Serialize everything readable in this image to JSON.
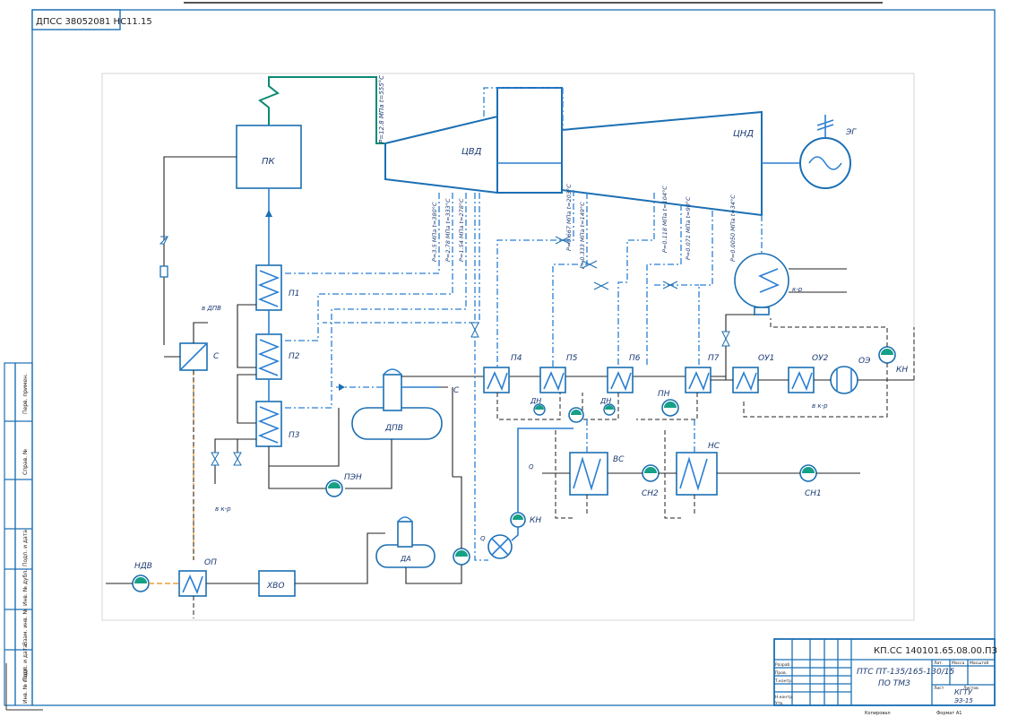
{
  "stamp_code": "ДПСС 38052081 НС11.15",
  "turbine": {
    "hp": "ЦВД",
    "lp": "ЦНД",
    "generator": "ЭГ"
  },
  "main_steam_param": "P=12.8 МПа t=555°C",
  "extractions": [
    "P=3.5 МПа t=380°C",
    "P=2.78 МПа t=333°C",
    "P=1.54 МПа t=278°C",
    "P=0.667 МПа t=203°C",
    "P=0.333 МПа t=149°C",
    "P=0.118 МПа t=104°C",
    "P=0.071 МПа t=90°C",
    "P=0.0050 МПа t=34°C"
  ],
  "labels": {
    "boiler": "ПК",
    "cooler": "С",
    "hp1": "П1",
    "hp2": "П2",
    "hp3": "П3",
    "lp4": "П4",
    "lp5": "П5",
    "lp6": "П6",
    "lp7": "П7",
    "ou1": "ОУ1",
    "ou2": "ОУ2",
    "oe": "ОЭ",
    "kn": "КН",
    "kn2": "КН",
    "dn1": "ДН",
    "dn2": "ДН",
    "pn": "ПН",
    "vs": "ВС",
    "ns": "НС",
    "sn1": "СН1",
    "sn2": "СН2",
    "deaerator": "ДПВ",
    "da": "ДА",
    "pen": "ПЭН",
    "ndv": "НДВ",
    "op": "ОП",
    "hvo": "ХВО",
    "to_dpv": "в ДПВ",
    "to_kr": "в к-р",
    "to_kr2": "в к-р",
    "to_kr3": "к-р",
    "c_marker": "С",
    "q_ot": "Q",
    "q_gv": "Q"
  },
  "title_block": {
    "doc_code": "КП.СС 140101.65.08.00.ПЗ",
    "title_line1": "ПТС ПТ-135/165-130/15",
    "title_line2": "ПО ТМЗ",
    "org": "КГТУ",
    "group": "ЭЗ-15",
    "sheet_label": "Лит.",
    "mass_label": "Масса",
    "scale_label": "Масштаб",
    "sheets_label": "Листов",
    "sheet_of": "Лист",
    "role_dev": "Разраб.",
    "role_check": "Пров.",
    "role_tcontrol": "Т.контр.",
    "role_ncontrol": "Н.контр.",
    "role_approve": "Утв.",
    "copy": "Копировал",
    "format": "Формат А1"
  },
  "side_stamp": [
    "Перв. примен.",
    "Справ. №",
    "Подп. и дата",
    "Инв. № дубл.",
    "Взам. инв. №",
    "Подп. и дата",
    "Инв. № подл."
  ]
}
